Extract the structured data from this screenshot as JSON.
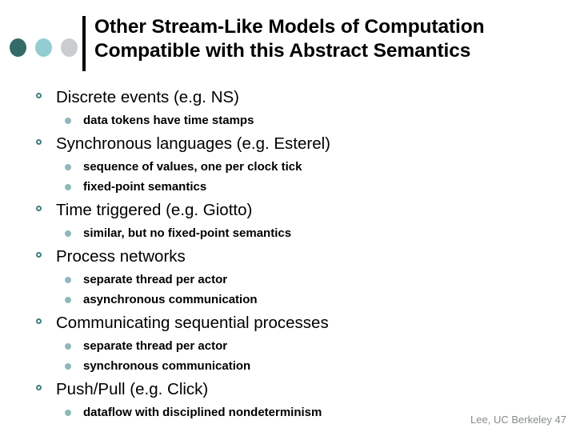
{
  "slide": {
    "title": {
      "line1": "Other Stream-Like Models of Computation",
      "line2": "Compatible with this Abstract Semantics"
    },
    "header_dots": [
      {
        "name": "dot-dark-teal",
        "color": "#336b68"
      },
      {
        "name": "dot-light-teal",
        "color": "#93cdd2"
      },
      {
        "name": "dot-light-gray",
        "color": "#c9cdcd"
      }
    ],
    "bullets": [
      {
        "level": 1,
        "text": "Discrete events (e.g. NS)"
      },
      {
        "level": 2,
        "text": "data tokens have time stamps"
      },
      {
        "level": 1,
        "text": "Synchronous languages (e.g. Esterel)"
      },
      {
        "level": 2,
        "text": "sequence of values, one per clock tick"
      },
      {
        "level": 2,
        "text": "fixed-point semantics"
      },
      {
        "level": 1,
        "text": "Time triggered (e.g. Giotto)"
      },
      {
        "level": 2,
        "text": "similar, but no fixed-point semantics"
      },
      {
        "level": 1,
        "text": "Process networks"
      },
      {
        "level": 2,
        "text": "separate thread per actor"
      },
      {
        "level": 2,
        "text": "asynchronous communication"
      },
      {
        "level": 1,
        "text": "Communicating sequential processes"
      },
      {
        "level": 2,
        "text": "separate thread per actor"
      },
      {
        "level": 2,
        "text": "synchronous communication"
      },
      {
        "level": 1,
        "text": "Push/Pull (e.g. Click)"
      },
      {
        "level": 2,
        "text": "dataflow with disciplined nondeterminism"
      }
    ],
    "footer": "Lee, UC Berkeley 47",
    "colors": {
      "title_text": "#000000",
      "body_text": "#000000",
      "level1_bullet": "#3f7f7d",
      "level2_bullet": "#8fb8bb",
      "rule": "#000000",
      "footer_text": "#868b8c",
      "background": "#ffffff"
    }
  }
}
